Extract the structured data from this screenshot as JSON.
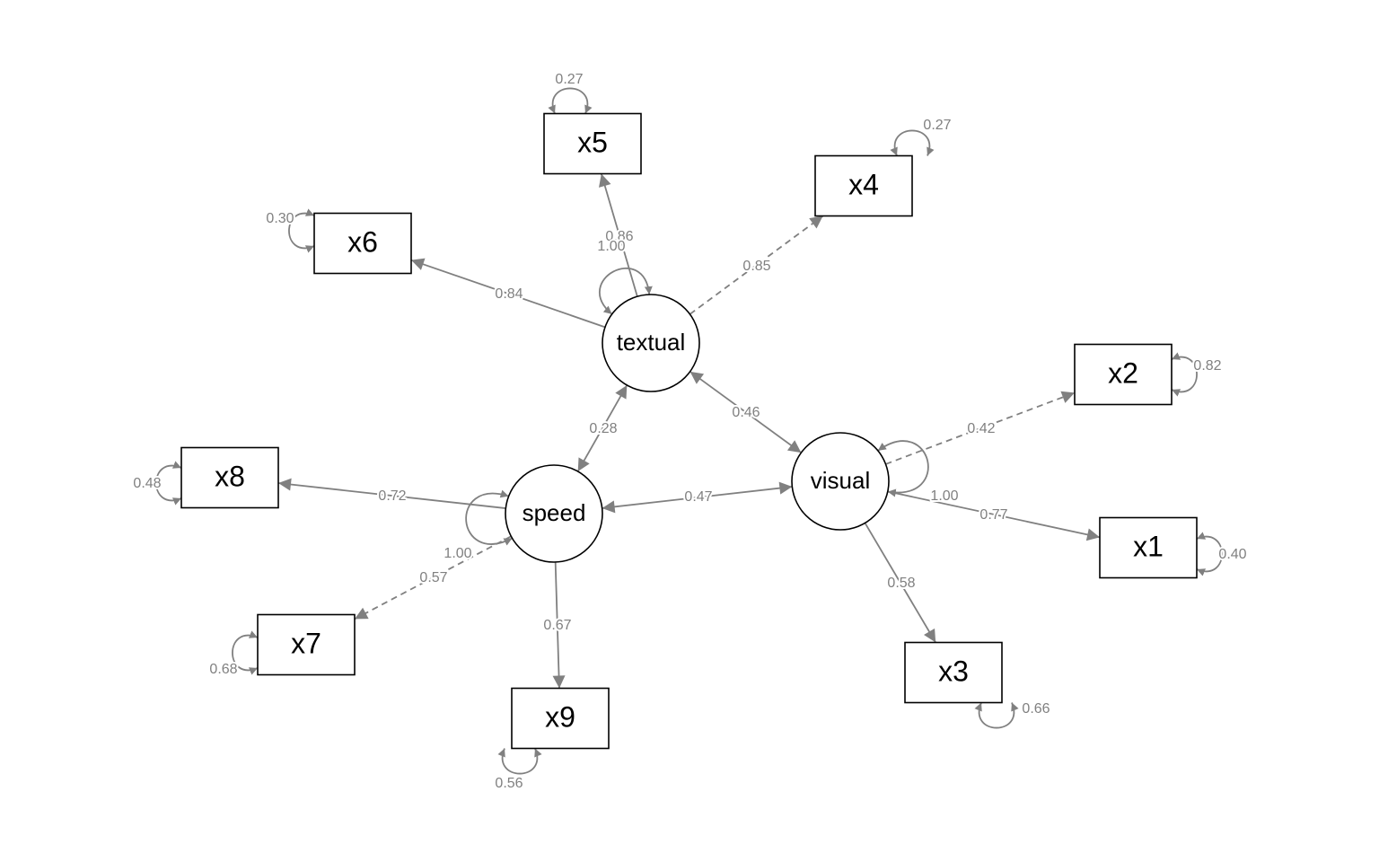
{
  "colors": {
    "edge": "#808080",
    "node_border": "#000000",
    "background": "#ffffff"
  },
  "nodes": [
    {
      "id": "textual",
      "label": "textual",
      "shape": "circle"
    },
    {
      "id": "visual",
      "label": "visual",
      "shape": "circle"
    },
    {
      "id": "speed",
      "label": "speed",
      "shape": "circle"
    },
    {
      "id": "x1",
      "label": "x1",
      "shape": "box"
    },
    {
      "id": "x2",
      "label": "x2",
      "shape": "box"
    },
    {
      "id": "x3",
      "label": "x3",
      "shape": "box"
    },
    {
      "id": "x4",
      "label": "x4",
      "shape": "box"
    },
    {
      "id": "x5",
      "label": "x5",
      "shape": "box"
    },
    {
      "id": "x6",
      "label": "x6",
      "shape": "box"
    },
    {
      "id": "x7",
      "label": "x7",
      "shape": "box"
    },
    {
      "id": "x8",
      "label": "x8",
      "shape": "box"
    },
    {
      "id": "x9",
      "label": "x9",
      "shape": "box"
    }
  ],
  "loadings": [
    {
      "from": "textual",
      "to": "x4",
      "value": "0.85",
      "dashed": true
    },
    {
      "from": "textual",
      "to": "x5",
      "value": "0.86",
      "dashed": false
    },
    {
      "from": "textual",
      "to": "x6",
      "value": "0.84",
      "dashed": false
    },
    {
      "from": "visual",
      "to": "x1",
      "value": "0.77",
      "dashed": false
    },
    {
      "from": "visual",
      "to": "x2",
      "value": "0.42",
      "dashed": true
    },
    {
      "from": "visual",
      "to": "x3",
      "value": "0.58",
      "dashed": false
    },
    {
      "from": "speed",
      "to": "x7",
      "value": "0.57",
      "dashed": true
    },
    {
      "from": "speed",
      "to": "x8",
      "value": "0.72",
      "dashed": false
    },
    {
      "from": "speed",
      "to": "x9",
      "value": "0.67",
      "dashed": false
    }
  ],
  "covariances": [
    {
      "a": "textual",
      "b": "visual",
      "value": "0.46"
    },
    {
      "a": "textual",
      "b": "speed",
      "value": "0.28"
    },
    {
      "a": "speed",
      "b": "visual",
      "value": "0.47"
    }
  ],
  "variances": [
    {
      "node": "textual",
      "value": "1.00"
    },
    {
      "node": "visual",
      "value": "1.00"
    },
    {
      "node": "speed",
      "value": "1.00"
    },
    {
      "node": "x1",
      "value": "0.40"
    },
    {
      "node": "x2",
      "value": "0.82"
    },
    {
      "node": "x3",
      "value": "0.66"
    },
    {
      "node": "x4",
      "value": "0.27"
    },
    {
      "node": "x5",
      "value": "0.27"
    },
    {
      "node": "x6",
      "value": "0.30"
    },
    {
      "node": "x7",
      "value": "0.68"
    },
    {
      "node": "x8",
      "value": "0.48"
    },
    {
      "node": "x9",
      "value": "0.56"
    }
  ]
}
